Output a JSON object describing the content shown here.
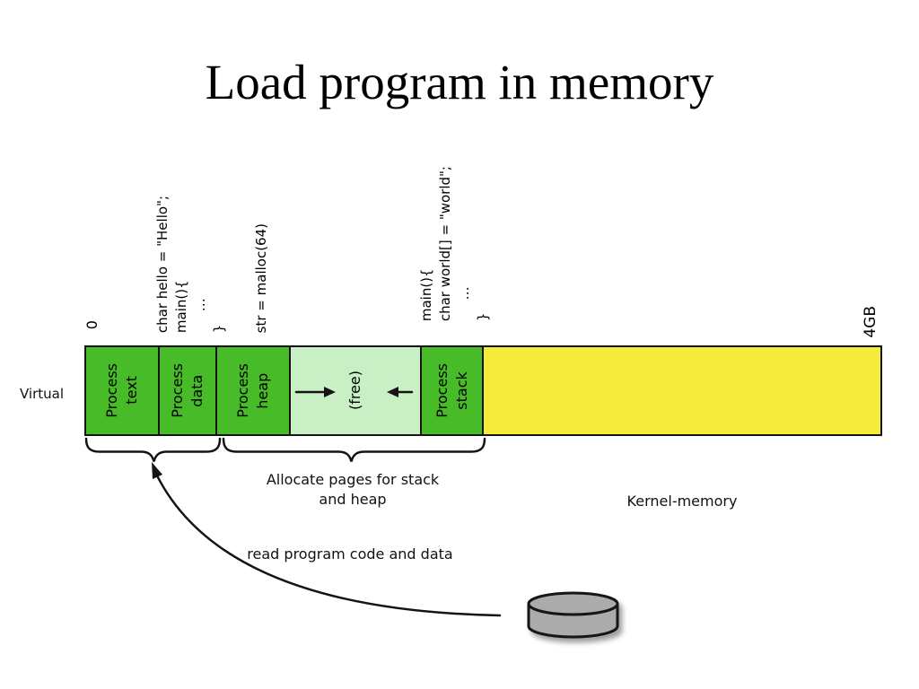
{
  "slide": {
    "title": "Load program in memory"
  },
  "colors": {
    "green": "#47bc28",
    "light_green": "#c9f0c4",
    "yellow": "#f4eb3b",
    "disk_gray": "#ababab"
  },
  "memory_bar": {
    "row_label": "Virtual",
    "axis_start": "0",
    "axis_end": "4GB",
    "segments": [
      {
        "name": "process-text",
        "label": "Process\ntext"
      },
      {
        "name": "process-data",
        "label": "Process\ndata"
      },
      {
        "name": "process-heap",
        "label": "Process\nheap"
      },
      {
        "name": "free",
        "label": "(free)"
      },
      {
        "name": "process-stack",
        "label": "Process\nstack"
      },
      {
        "name": "kernel-memory",
        "label": ""
      }
    ]
  },
  "code_annotations": {
    "program1": "char hello = \"Hello\";\nmain(){\n     …\n}",
    "heap_call": "str = malloc(64)",
    "program2": "main(){\nchar world[] = \"world\";\n     …\n}"
  },
  "captions": {
    "allocate": "Allocate pages for stack\nand heap",
    "kernel": "Kernel-memory",
    "read": "read program code and data"
  },
  "icons": {
    "disk": "disk-cylinder-icon",
    "heap_growth": "arrow-right-icon",
    "stack_growth": "arrow-left-icon",
    "read_path": "curved-arrow-icon"
  }
}
